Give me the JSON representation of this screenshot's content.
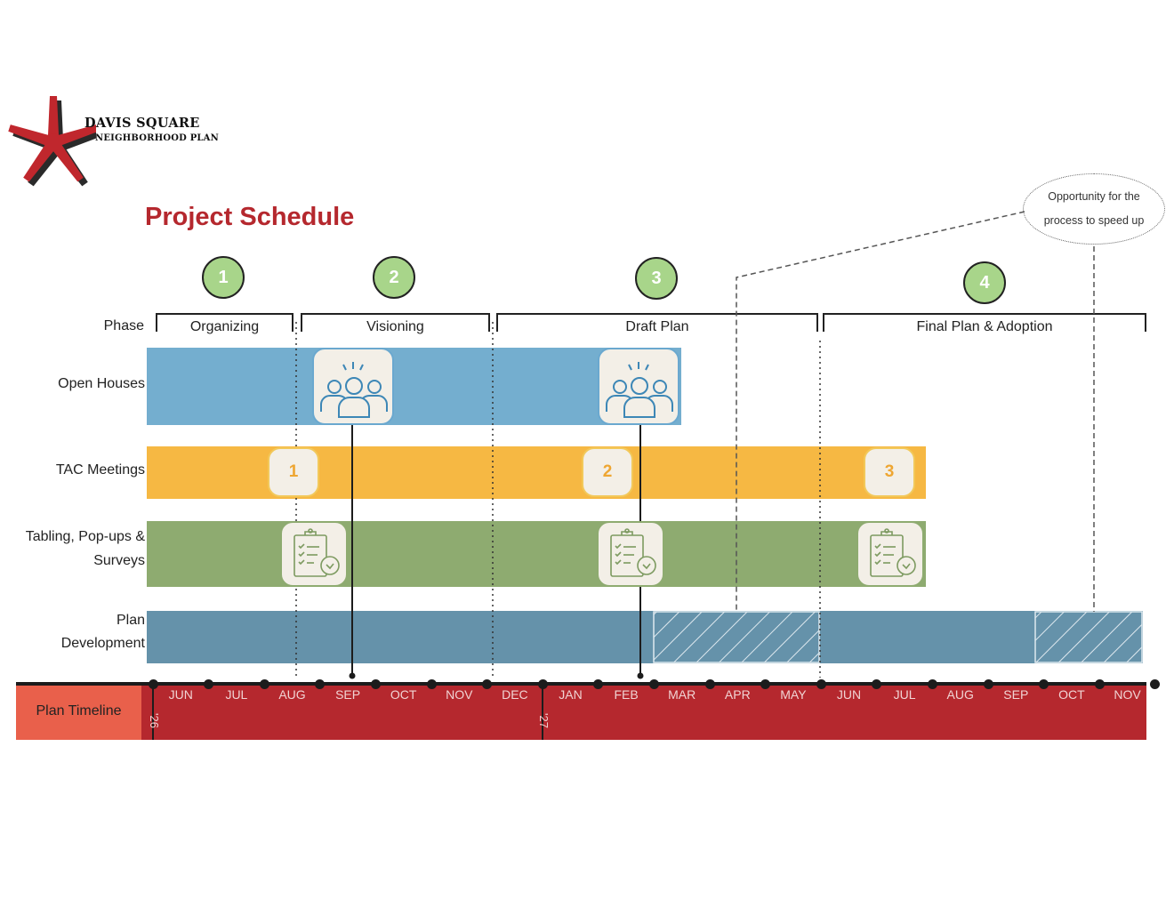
{
  "logo": {
    "line1": "DAVIS SQUARE",
    "line2": "NEIGHBORHOOD PLAN"
  },
  "title": "Project Schedule",
  "note": {
    "line1": "Opportunity for the",
    "line2": "process to speed up"
  },
  "phase_label": "Phase",
  "phases": [
    {
      "number": "1",
      "name": "Organizing"
    },
    {
      "number": "2",
      "name": "Visioning"
    },
    {
      "number": "3",
      "name": "Draft Plan"
    },
    {
      "number": "4",
      "name": "Final Plan & Adoption"
    }
  ],
  "rows": {
    "open_houses": "Open Houses",
    "tac": "TAC Meetings",
    "tabling_1": "Tabling, Pop-ups &",
    "tabling_2": "Surveys",
    "plan_1": "Plan",
    "plan_2": "Development"
  },
  "tac_meetings": [
    "1",
    "2",
    "3"
  ],
  "timeline": {
    "label": "Plan Timeline",
    "months": [
      "JUN",
      "JUL",
      "AUG",
      "SEP",
      "OCT",
      "NOV",
      "DEC",
      "JAN",
      "FEB",
      "MAR",
      "APR",
      "MAY",
      "JUN",
      "JUL",
      "AUG",
      "SEP",
      "OCT",
      "NOV"
    ],
    "years": [
      "'26",
      "'27"
    ]
  },
  "colors": {
    "open_houses": "#74aecf",
    "tac": "#f6b843",
    "tabling": "#8eab70",
    "plan": "#6592aa",
    "timeline": "#b5282e",
    "timeline_label": "#e9604b",
    "phase_circle": "#a8d58a",
    "title": "#b5282e"
  }
}
